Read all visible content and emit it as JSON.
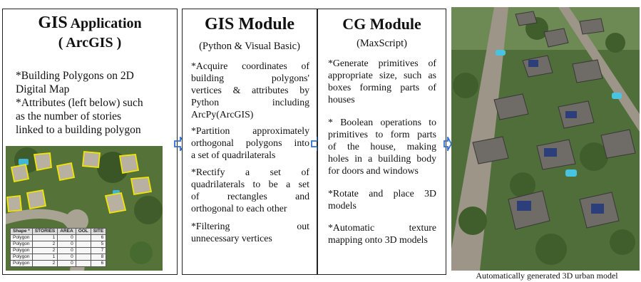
{
  "gis_app": {
    "title_strong": "GIS",
    "title_rest": " Application",
    "title_line2": "( ArcGIS )",
    "text_1": "*Building Polygons on 2D",
    "text_2": "Digital Map",
    "text_3": "*Attributes (left below) such",
    "text_4": "as the number of stories",
    "text_5": "linked to a building polygon",
    "table": {
      "headers": [
        "Shape *",
        "STORIES",
        "AREA",
        "OOL",
        "SITE"
      ],
      "rows": [
        [
          "Polygon",
          "1",
          "0",
          "",
          "6"
        ],
        [
          "Polygon",
          "2",
          "0",
          "",
          "5"
        ],
        [
          "Polygon",
          "2",
          "0",
          "",
          "7"
        ],
        [
          "Polygon",
          "1",
          "0",
          "",
          "8"
        ],
        [
          "Polygon",
          "2",
          "0",
          "",
          "6"
        ]
      ]
    }
  },
  "gis_module": {
    "title": "GIS Module",
    "subtitle": "(Python & Visual Basic)",
    "b1_l1": "*Acquire coordinates of",
    "b1_l2": "building polygons'",
    "b1_l3": "vertices & attributes by",
    "b1_l4": "Python including",
    "b1_l5": "ArcPy(ArcGIS)",
    "b2_l1": "*Partition approximately",
    "b2_l2": "orthogonal polygons into",
    "b2_l3": "a set of quadrilaterals",
    "b3_l1": "*Rectify a set of",
    "b3_l2": "quadrilaterals to be a set",
    "b3_l3": "of rectangles and",
    "b3_l4": "orthogonal to each other",
    "b4_l1": "*Filtering out",
    "b4_l2": "unnecessary vertices"
  },
  "cg_module": {
    "title": "CG Module",
    "subtitle": "(MaxScript)",
    "b1_l1": "*Generate primitives of",
    "b1_l2": "appropriate size, such as",
    "b1_l3": "boxes forming parts of",
    "b1_l4": "houses",
    "b2_l1": "* Boolean operations to",
    "b2_l2": "primitives to form parts",
    "b2_l3": "of the house, making",
    "b2_l4": "holes in a building body",
    "b2_l5": "for doors and windows",
    "b3_l1": "*Rotate and place 3D",
    "b3_l2": "models",
    "b4_l1": "*Automatic texture",
    "b4_l2": "mapping onto 3D models"
  },
  "result": {
    "caption": "Automatically generated 3D urban model"
  },
  "colors": {
    "arrow": "#2f6fd6",
    "polygon_outline": "#f2e600",
    "border": "#222222"
  }
}
